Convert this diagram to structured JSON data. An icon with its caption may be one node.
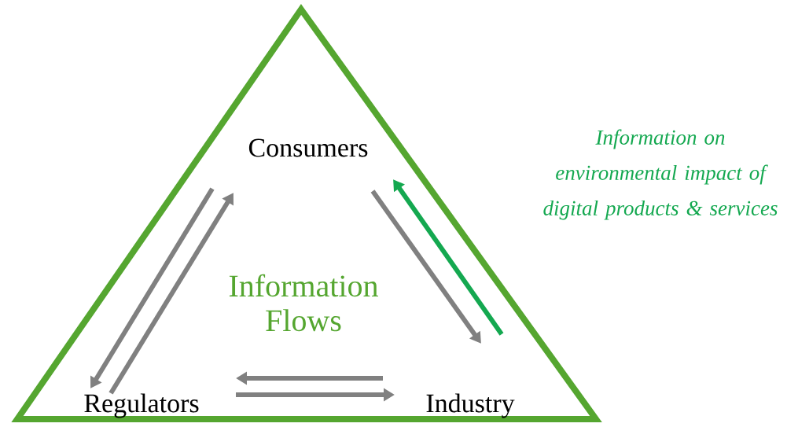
{
  "diagram": {
    "nodes": [
      {
        "text": [
          "Information Flows"
        ]
      },
      {
        "text": [
          "Consumers"
        ],
        "in": 0
      },
      {
        "text": [
          "Regulators"
        ],
        "in": 0
      },
      {
        "text": [
          "Industry"
        ],
        "in": 0
      }
    ],
    "edges": [
      {
        "from": 1,
        "to": 2,
        "arrow": "to"
      },
      {
        "from": 2,
        "to": 1,
        "arrow": "to"
      },
      {
        "from": 1,
        "to": 3,
        "arrow": "to"
      },
      {
        "from": 3,
        "to": 1,
        "arrow": "to",
        "color": "#14a850",
        "label": "Information on environmental impact of digital products & services"
      },
      {
        "from": 3,
        "to": 2,
        "arrow": "to"
      },
      {
        "from": 2,
        "to": 3,
        "arrow": "to"
      }
    ]
  }
}
